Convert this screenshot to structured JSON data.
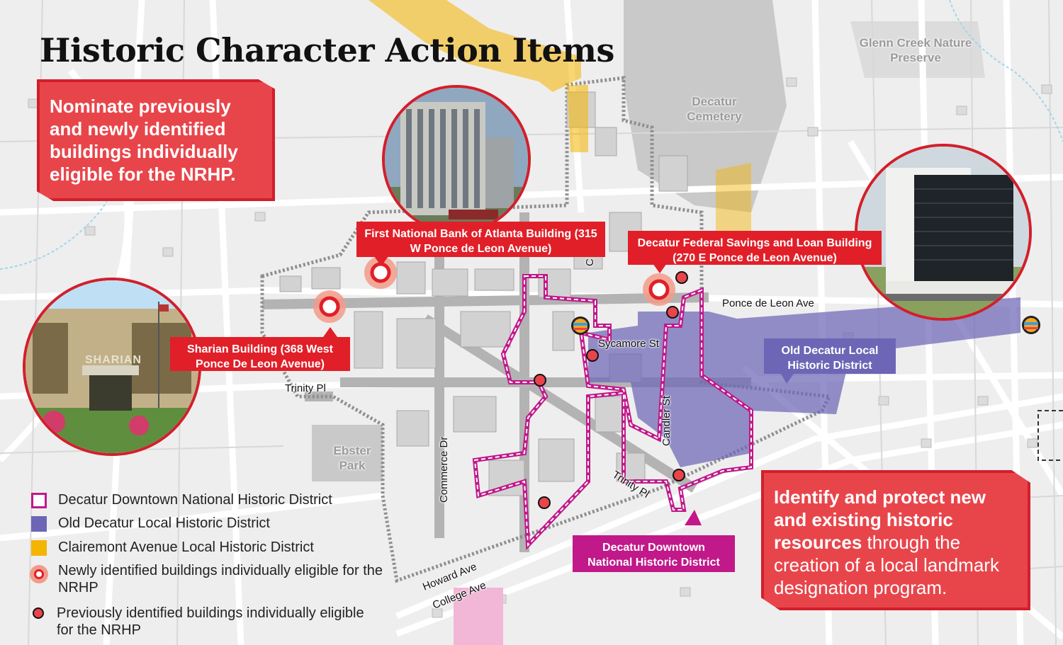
{
  "title": "Historic Character Action Items",
  "callouts": {
    "nominate": "Nominate previously and newly identified buildings individually eligible for the NRHP.",
    "identify_bold": "Identify and protect new and existing historic resources",
    "identify_rest": " through the creation of a local landmark designation program."
  },
  "building_labels": {
    "first_national": "First National Bank of Atlanta Building (315 W Ponce de Leon Avenue)",
    "decatur_federal": "Decatur Federal Savings and Loan Building (270 E Ponce de Leon Avenue)",
    "sharian": "Sharian Building (368 West Ponce De Leon Avenue)"
  },
  "district_labels": {
    "old_decatur": "Old Decatur Local Historic District",
    "downtown_national": "Decatur Downtown National Historic District"
  },
  "places": {
    "glenn_creek": "Glenn Creek Nature Preserve",
    "cemetery": "Decatur Cemetery",
    "ebster_park": "Ebster Park"
  },
  "streets": {
    "ponce": "Ponce de Leon Ave",
    "sycamore": "Sycamore St",
    "trinity_pl_west": "Trinity Pl",
    "trinity_pl_east": "Trinity Pl",
    "commerce": "Commerce Dr",
    "candler": "Candler St",
    "howard": "Howard Ave",
    "college": "College Ave",
    "church_partial": "C"
  },
  "photo_sign": "SHARIAN",
  "legend": [
    {
      "label": "Decatur Downtown National Historic District",
      "swatch": "outline",
      "color": "#c1188a"
    },
    {
      "label": "Old Decatur Local Historic District",
      "swatch": "fill",
      "color": "#6d66b6"
    },
    {
      "label": "Clairemont Avenue Local Historic District",
      "swatch": "fill",
      "color": "#f5b400"
    },
    {
      "label": "Newly identified buildings individually eligible for the NRHP",
      "swatch": "new-marker",
      "color": "#e8454b"
    },
    {
      "label": "Previously identified buildings individually eligible for the NRHP",
      "swatch": "prev-marker",
      "color": "#e8454b"
    }
  ],
  "colors": {
    "red": "#e11f28",
    "magenta": "#c1188a",
    "purple": "#6d66b6",
    "yellow": "#f5b400",
    "map_bg": "#eeeeee"
  }
}
